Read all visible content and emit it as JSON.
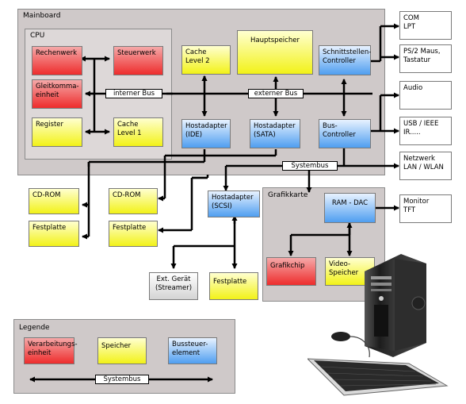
{
  "panels": {
    "mainboard": "Mainboard",
    "cpu": "CPU",
    "grafikkarte": "Grafikkarte",
    "legende": "Legende"
  },
  "blocks": {
    "rechenwerk": "Rechenwerk",
    "steuerwerk": "Steuerwerk",
    "gleitkomma": "Gleitkomma-\neinheit",
    "register": "Register",
    "cache_l1": "Cache\nLevel 1",
    "cache_l2": "Cache\nLevel 2",
    "hauptspeicher": "Hauptspeicher",
    "schnittstellen": "Schnittstellen-\nController",
    "hostadapter_ide": "Hostadapter\n(IDE)",
    "hostadapter_sata": "Hostadapter\n(SATA)",
    "bus_controller": "Bus-\nController",
    "hostadapter_scsi": "Hostadapter\n(SCSI)",
    "ram_dac": "RAM - DAC",
    "grafikchip": "Grafikchip",
    "video_speicher": "Video-\nSpeicher",
    "cdrom_1": "CD-ROM",
    "festplatte_1": "Festplatte",
    "cdrom_2": "CD-ROM",
    "festplatte_2": "Festplatte",
    "ext_geraet": "Ext. Gerät\n(Streamer)",
    "festplatte_3": "Festplatte"
  },
  "bus_labels": {
    "interner_bus": "interner Bus",
    "externer_bus": "externer Bus",
    "systembus": "Systembus"
  },
  "peripherals": {
    "com_lpt": "COM\nLPT",
    "ps2": "PS/2 Maus,\nTastatur",
    "audio": "Audio",
    "usb": "USB / IEEE\nIR.....",
    "netzwerk": "Netzwerk\nLAN / WLAN",
    "monitor": "Monitor\nTFT"
  },
  "legend": {
    "verarbeitung": "Verarbeitungs-\neinheit",
    "speicher": "Speicher",
    "bussteuer": "Bussteuer-\nelement",
    "systembus": "Systembus"
  },
  "colors": {
    "verarbeitung": "#ee2c2c",
    "speicher": "#f2f218",
    "bussteuer": "#4f9ef0",
    "panel": "#cfc9c9"
  }
}
